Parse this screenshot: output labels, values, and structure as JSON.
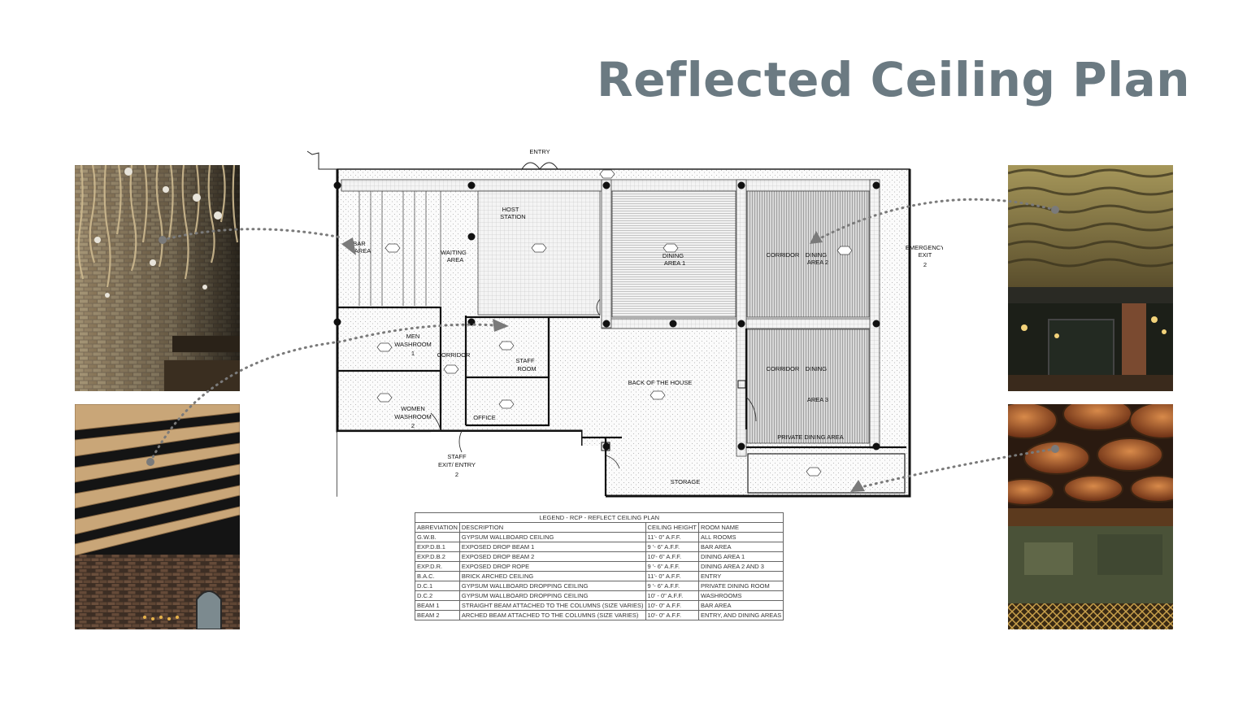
{
  "title": "Reflected Ceiling Plan",
  "colors": {
    "title": "#6b7a82",
    "arrow": "#7a7a7a",
    "plan_line": "#222222"
  },
  "plan": {
    "entry": "ENTRY",
    "emergency_exit": [
      "EMERGENCY",
      "EXIT",
      "2"
    ],
    "rooms": {
      "host": [
        "HOST",
        "STATION"
      ],
      "bar": [
        "BAR",
        "AREA"
      ],
      "waiting": [
        "WAITING",
        "AREA"
      ],
      "dining1": [
        "DINING",
        "AREA 1"
      ],
      "corridor_top": "CORRIDOR",
      "dining2": [
        "DINING",
        "AREA 2"
      ],
      "men": [
        "MEN",
        "WASHROOM",
        "1"
      ],
      "corridor_left": "CORRIDOR",
      "staff": [
        "STAFF",
        "ROOM"
      ],
      "women": [
        "WOMEN",
        "WASHROOM",
        "2"
      ],
      "office": "OFFICE",
      "boh": "BACK OF THE HOUSE",
      "corridor_right": "CORRIDOR",
      "dining3": [
        "DINING",
        "AREA 3"
      ],
      "private": "PRIVATE DINING AREA",
      "storage": "STORAGE",
      "staff_exit": [
        "STAFF",
        "EXIT/ ENTRY",
        "2"
      ]
    }
  },
  "legend": {
    "caption": "LEGEND - RCP - REFLECT CEILING PLAN",
    "headers": [
      "ABREVIATION",
      "DESCRIPTION",
      "CEILING HEIGHT",
      "ROOM NAME"
    ],
    "rows": [
      [
        "G.W.B.",
        "GYPSUM WALLBOARD CEILING",
        "11'- 0\" A.F.F.",
        "ALL ROOMS"
      ],
      [
        "EXP.D.B.1",
        "EXPOSED DROP BEAM 1",
        "9 '- 6\" A.F.F.",
        "BAR AREA"
      ],
      [
        "EXP.D.B.2",
        "EXPOSED DROP BEAM 2",
        "10'- 6\" A.F.F.",
        "DINING AREA 1"
      ],
      [
        "EXP.D.R.",
        "EXPOSED DROP ROPE",
        "9 '- 6\" A.F.F.",
        "DINING AREA 2 AND 3"
      ],
      [
        "B.A.C.",
        "BRICK ARCHED CEILING",
        "11'- 0\" A.F.F.",
        "ENTRY"
      ],
      [
        "D.C.1",
        "GYPSUM WALLBOARD DROPPING CEILING",
        "9 '- 6\" A.F.F.",
        "PRIVATE DINING ROOM"
      ],
      [
        "D.C.2",
        "GYPSUM WALLBOARD DROPPING CEILING",
        "10' - 0\" A.F.F.",
        "WASHROOMS"
      ],
      [
        "BEAM 1",
        "STRAIGHT BEAM ATTACHED TO THE COLUMNS (SIZE VARIES)",
        "10'- 0\" A.F.F.",
        "BAR AREA"
      ],
      [
        "BEAM 2",
        "ARCHED BEAM ATTACHED TO THE COLUMNS (SIZE VARIES)",
        "10'- 0\" A.F.F.",
        "ENTRY, AND DINING AREAS"
      ]
    ]
  }
}
